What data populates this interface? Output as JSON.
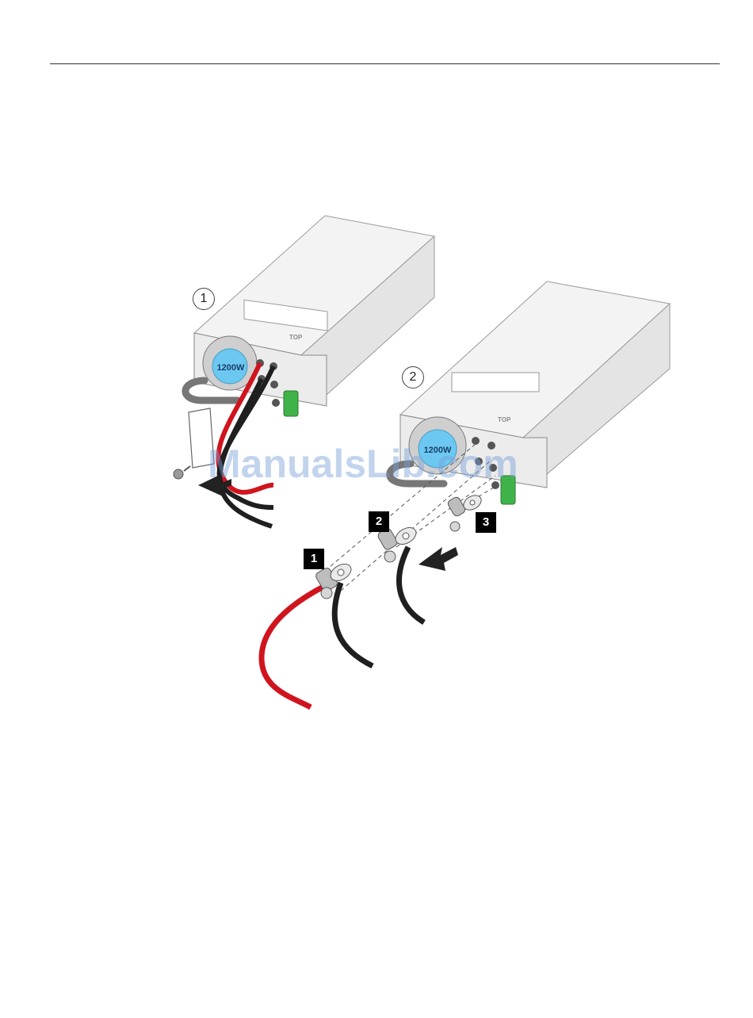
{
  "figure": {
    "step_callouts": [
      "1",
      "2"
    ],
    "part_callouts": [
      "1",
      "2",
      "3"
    ],
    "psu_wattage_label": "1200W",
    "psu_top_label": "TOP",
    "watermark": "ManualsLib.com",
    "colors": {
      "red_cable": "#d0141e",
      "black_cable": "#1f1f1f",
      "green_latch": "#3fb34a",
      "fan_label": "#6cc8f0",
      "chassis": "#f0f0f0"
    }
  }
}
